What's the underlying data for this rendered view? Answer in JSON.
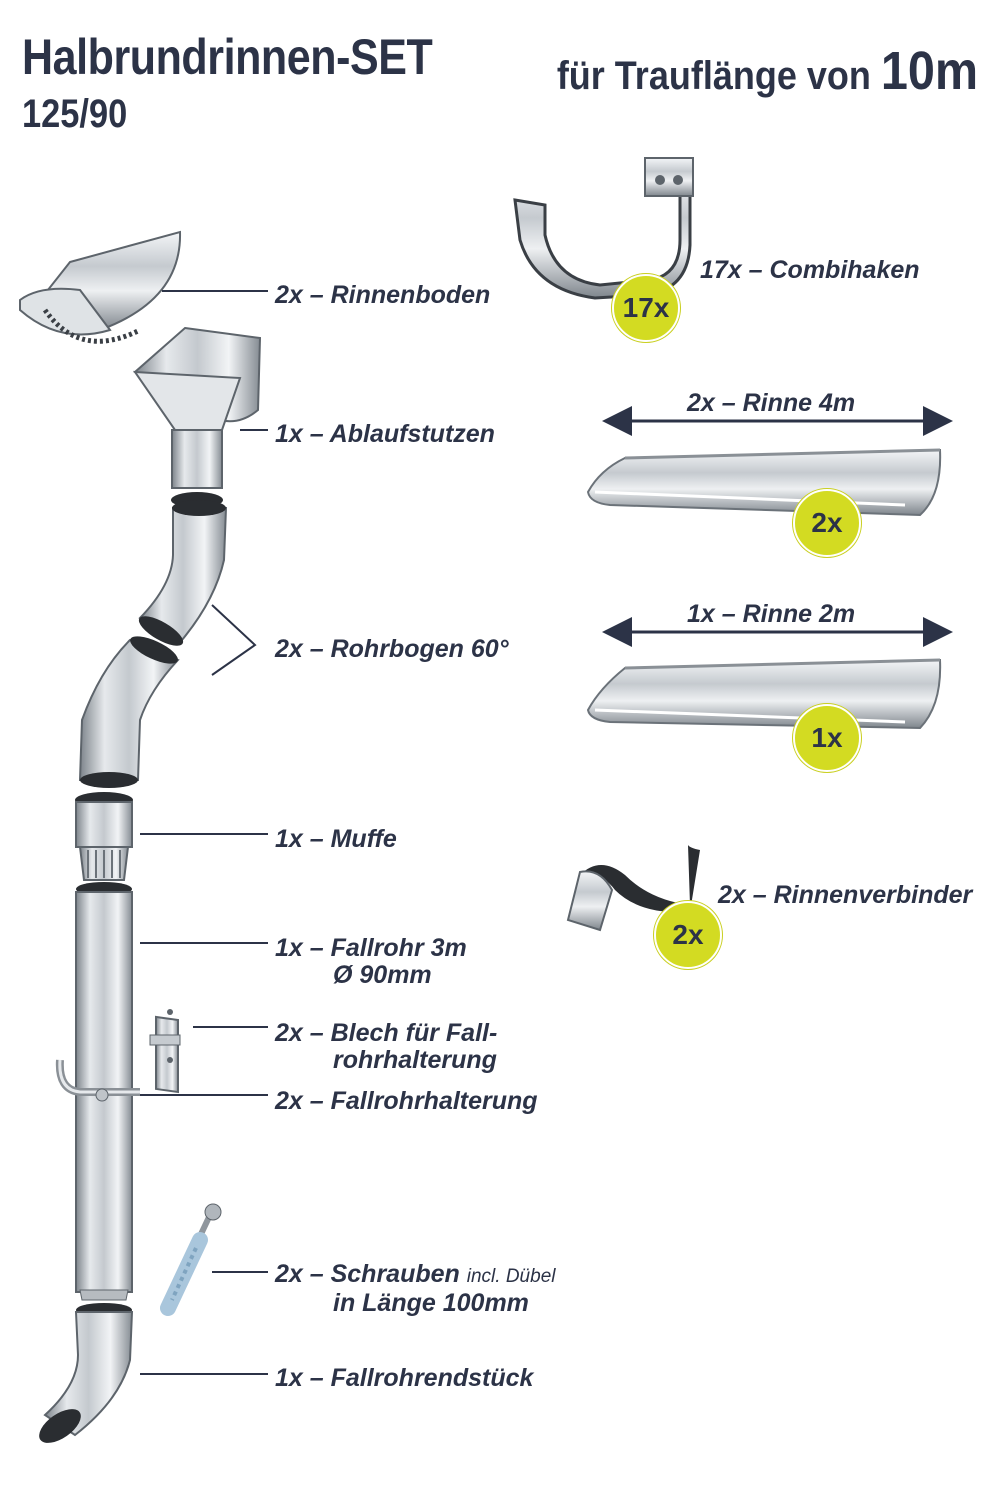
{
  "header": {
    "title": "Halbrundrinnen-SET",
    "subtitle": "125/90",
    "headline_prefix": "für Trauflänge von",
    "headline_value": "10m"
  },
  "parts": {
    "rinnenboden": "2x – Rinnenboden",
    "ablaufstutzen": "1x – Ablaufstutzen",
    "rohrbogen": "2x – Rohrbogen 60°",
    "muffe": "1x – Muffe",
    "fallrohr_line1": "1x – Fallrohr 3m",
    "fallrohr_line2": "Ø 90mm",
    "blech_line1": "2x – Blech für Fall-",
    "blech_line2": "rohrhalterung",
    "fallrohrhalterung": "2x – Fallrohrhalterung",
    "schrauben_line1": "2x – Schrauben",
    "schrauben_note": "incl. Dübel",
    "schrauben_line2": "in Länge 100mm",
    "fallrohrendstueck": "1x – Fallrohrendstück",
    "combihaken": "17x – Combihaken",
    "rinne4m": "2x – Rinne 4m",
    "rinne2m": "1x – Rinne 2m",
    "rinnenverbinder": "2x – Rinnenverbinder"
  },
  "badges": {
    "combihaken": "17x",
    "rinne4m": "2x",
    "rinne2m": "1x",
    "rinnenverbinder": "2x"
  },
  "colors": {
    "text": "#2c3347",
    "badge": "#d3db22",
    "metal_light": "#e9ecef",
    "metal_dark": "#8a9096"
  }
}
